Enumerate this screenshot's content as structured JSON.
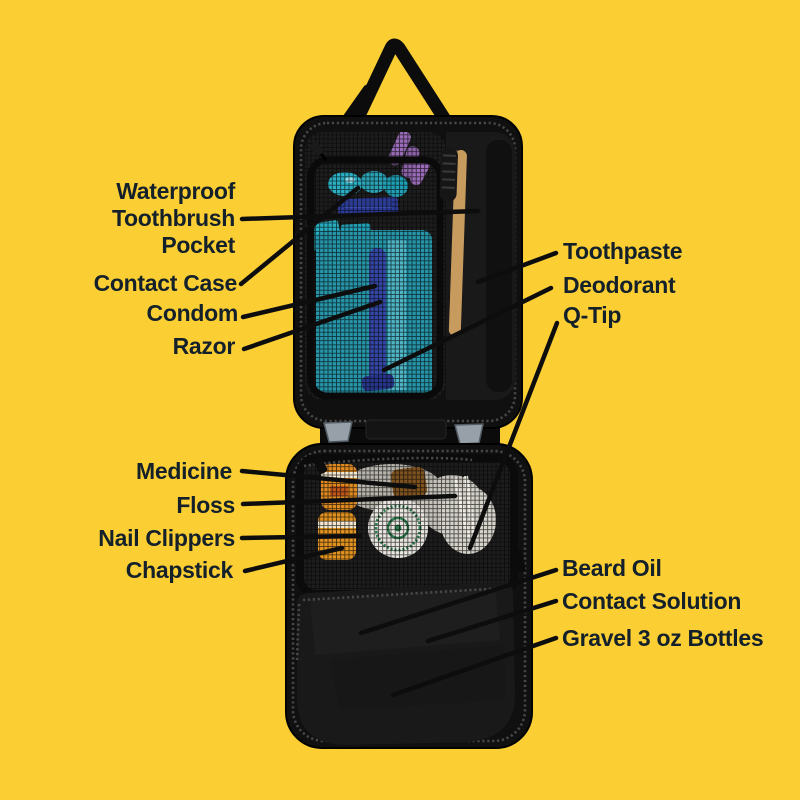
{
  "colors": {
    "background": "#FBCF33",
    "label_text": "#14212B",
    "callout_line": "#0D0D0D",
    "bag_black": "#101010",
    "teal_item": "#2BAFC4",
    "purple_item": "#9A6CB8",
    "razor_blue": "#3447A6",
    "bamboo": "#C79A5E",
    "orange_bottle": "#E08A20",
    "tin_green": "#2E7D4F",
    "clip_gray": "#97A0A8"
  },
  "labels": {
    "waterproof_pocket": [
      "Waterproof",
      "Toothbrush",
      "Pocket"
    ],
    "contact_case": "Contact Case",
    "condom": "Condom",
    "razor": "Razor",
    "toothpaste": "Toothpaste",
    "deodorant": "Deodorant",
    "qtip": "Q-Tip",
    "medicine": "Medicine",
    "floss": "Floss",
    "nail_clippers": "Nail Clippers",
    "chapstick": "Chapstick",
    "beard_oil": "Beard Oil",
    "contact_solution": "Contact Solution",
    "gravel_bottles": "Gravel 3 oz Bottles"
  }
}
